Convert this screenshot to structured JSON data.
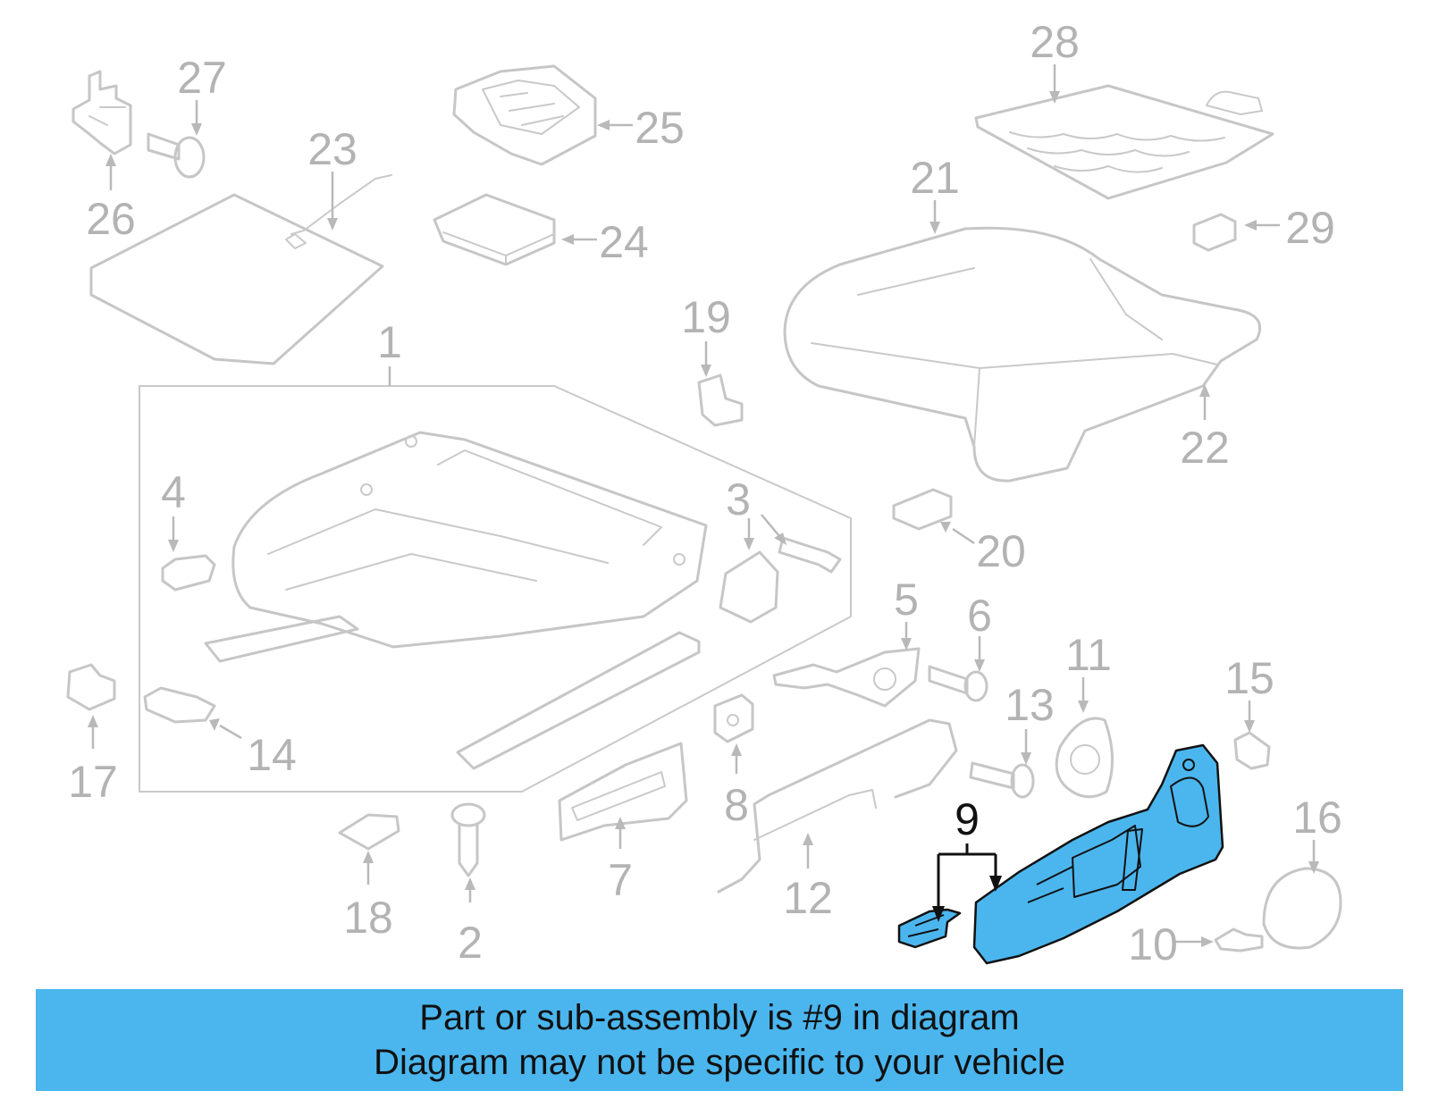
{
  "diagram": {
    "callouts": {
      "c1": "1",
      "c2": "2",
      "c3": "3",
      "c4": "4",
      "c5": "5",
      "c6": "6",
      "c7": "7",
      "c8": "8",
      "c9": "9",
      "c10": "10",
      "c11": "11",
      "c12": "12",
      "c13": "13",
      "c14": "14",
      "c15": "15",
      "c16": "16",
      "c17": "17",
      "c18": "18",
      "c19": "19",
      "c20": "20",
      "c21": "21",
      "c22": "22",
      "c23": "23",
      "c24": "24",
      "c25": "25",
      "c26": "26",
      "c27": "27",
      "c28": "28",
      "c29": "29"
    },
    "highlighted_part": "9",
    "colors": {
      "highlight": "#4bb6ee",
      "line_gray": "#c6c6c6",
      "label_gray": "#b3b3b3",
      "ink": "#111111"
    }
  },
  "banner": {
    "line1": "Part or sub-assembly is #9 in diagram",
    "line2": "Diagram may not be specific to your vehicle"
  }
}
